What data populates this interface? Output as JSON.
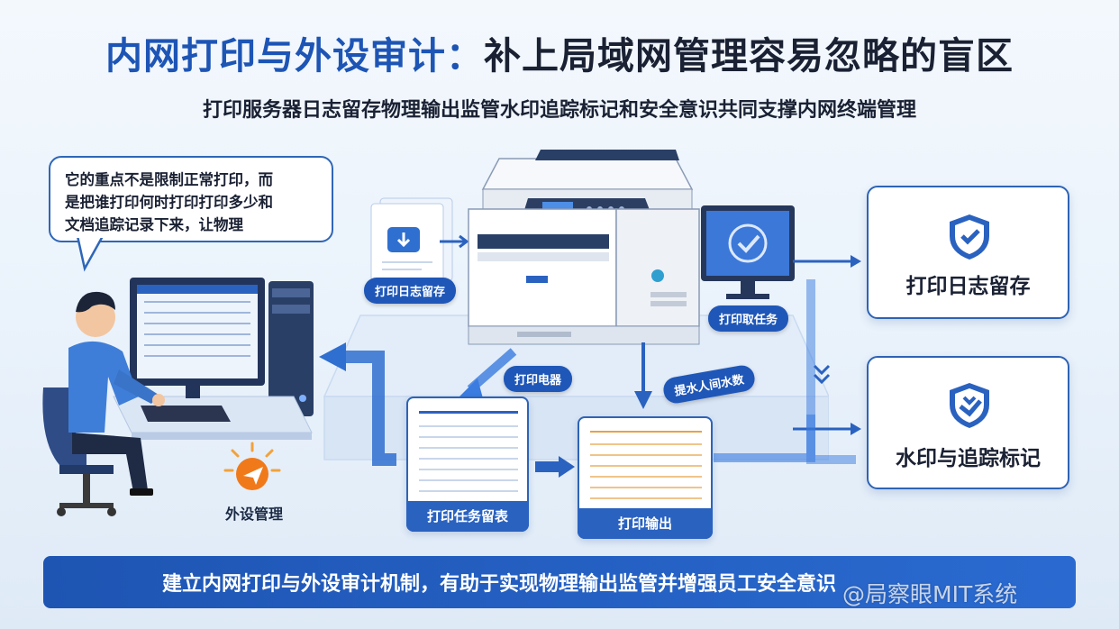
{
  "title": {
    "part1": "内网打印与外设审计：",
    "part2": "补上局域网管理容易忽略的盲区"
  },
  "subtitle": "打印服务器日志留存物理输出监管水印追踪标记和安全意识共同支撑内网终端管理",
  "bubble": {
    "lines": [
      "它的重点不是限制正常打印，而",
      "是把谁打印何时打印打印多少和",
      "文档追踪记录下来，让物理"
    ]
  },
  "labels": {
    "print_log_retain": "打印日志留存",
    "print_job": "打印取任务",
    "printer": "打印电器",
    "watermark_tag": "提水人间水数",
    "task_table": "打印任务留表",
    "print_output": "打印输出",
    "peripheral": "外设管理"
  },
  "cards": {
    "log_card": "打印日志留存",
    "watermark_card": "水印与追踪标记"
  },
  "footer": {
    "text": "建立内网打印与外设审计机制，有助于实现物理输出监管并增强员工安全意识"
  },
  "watermark": "@局察眼MIT系统",
  "colors": {
    "primary": "#1d55b5",
    "accent_orange": "#f07a1a"
  }
}
